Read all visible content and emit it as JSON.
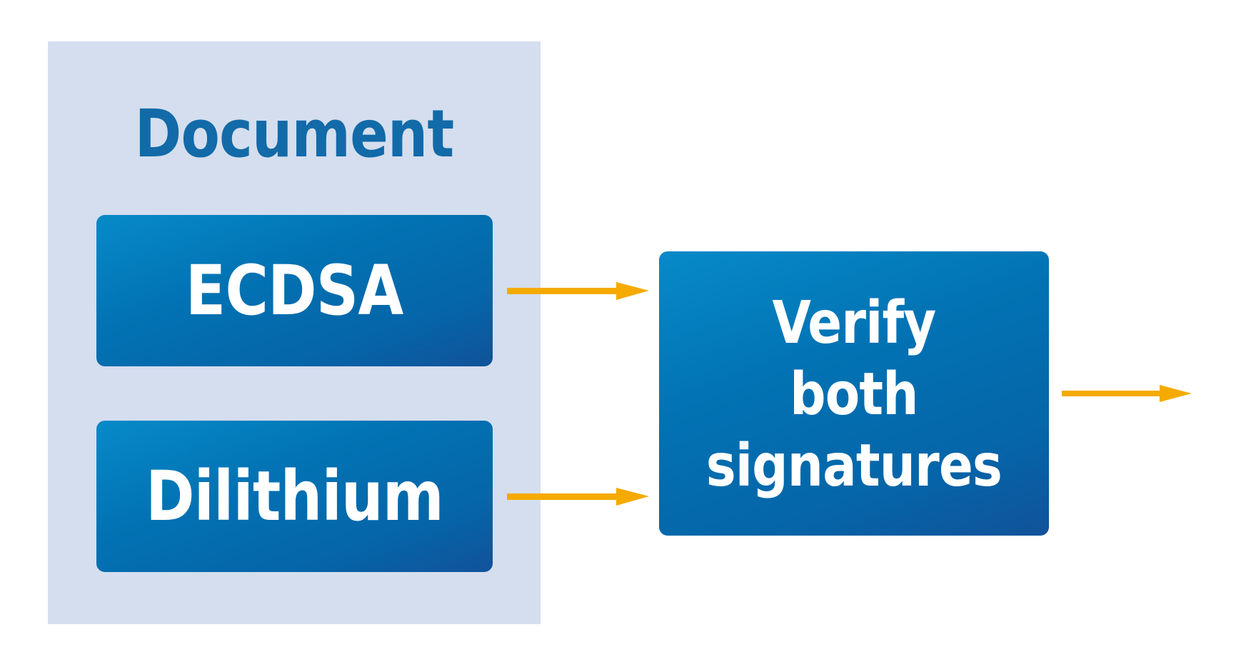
{
  "diagram": {
    "container": {
      "label": "Document"
    },
    "nodes": [
      {
        "id": "ecdsa",
        "label": "ECDSA"
      },
      {
        "id": "dilithium",
        "label": "Dilithium"
      },
      {
        "id": "verify",
        "label": "Verify\nboth\nsignatures"
      }
    ],
    "edges": [
      {
        "from": "ecdsa",
        "to": "verify"
      },
      {
        "from": "dilithium",
        "to": "verify"
      },
      {
        "from": "verify",
        "to": "output"
      }
    ],
    "colors": {
      "container_bg": "#d4deee",
      "container_title": "#126aa8",
      "node_gradient_start": "#078ac8",
      "node_gradient_end": "#11529a",
      "node_text": "#ffffff",
      "arrow": "#f5aa00"
    }
  }
}
